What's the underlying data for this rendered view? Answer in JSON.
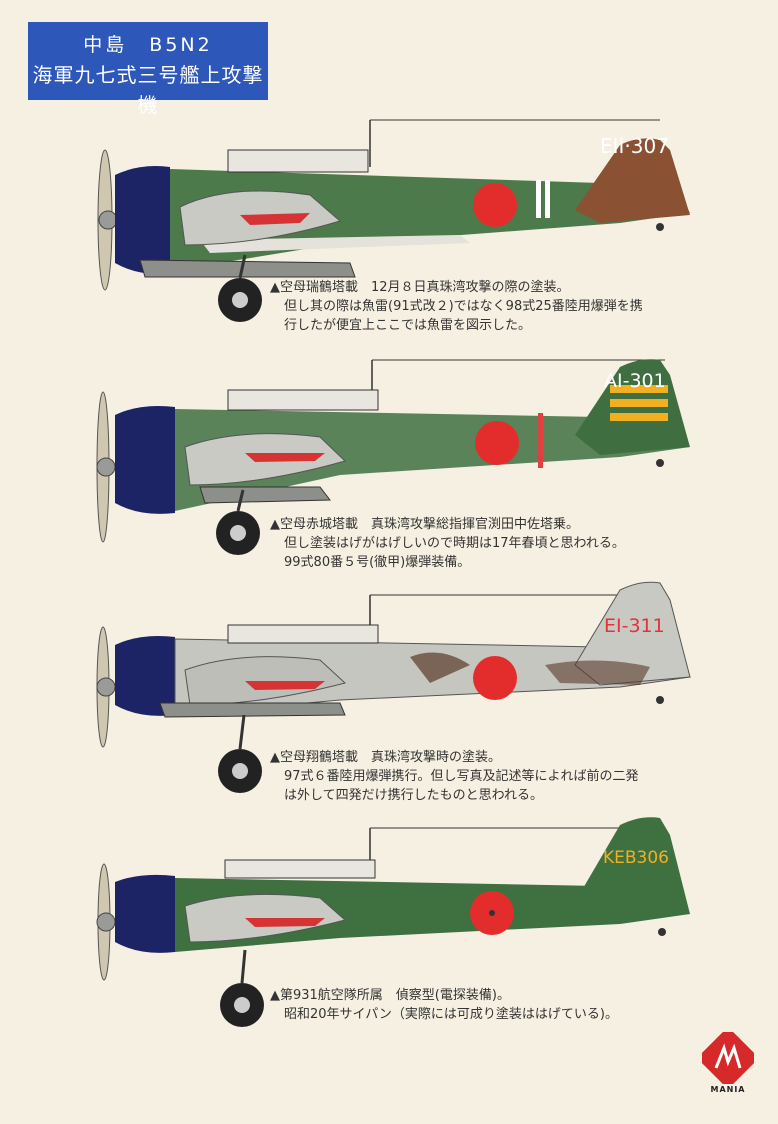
{
  "title": {
    "line1": "中島　B5N2",
    "line2": "海軍九七式三号艦上攻撃機"
  },
  "planes": [
    {
      "code": "EII·307",
      "code_color": "#ffffff",
      "tail_color": "#8a5233",
      "body_color": "#4d7a4a",
      "caption": [
        "▲空母瑞鶴塔載　12月８日真珠湾攻撃の際の塗装。",
        "但し其の際は魚雷(91式改２)ではなく98式25番陸用爆弾を携",
        "行したが便宜上ここでは魚雷を図示した。"
      ]
    },
    {
      "code": "AI-301",
      "code_color": "#ffffff",
      "tail_color": "#3f6f40",
      "body_color": "#5a835a",
      "caption": [
        "▲空母赤城塔載　真珠湾攻撃総指揮官渕田中佐塔乗。",
        "但し塗装はげがはげしいので時期は17年春頃と思われる。",
        "99式80番５号(徹甲)爆弾装備。"
      ]
    },
    {
      "code": "EI-311",
      "code_color": "#e0343a",
      "tail_color": "#c9c9c4",
      "body_color": "#c6c6c0",
      "caption": [
        "▲空母翔鶴塔載　真珠湾攻撃時の塗装。",
        "97式６番陸用爆弾携行。但し写真及記述等によれば前の二発",
        "は外して四発だけ携行したものと思われる。"
      ]
    },
    {
      "code": "KEB306",
      "code_color": "#f0b020",
      "tail_color": "#3f7040",
      "body_color": "#3f7040",
      "caption": [
        "▲第931航空隊所属　偵察型(電探装備)。",
        "昭和20年サイパン（実際には可成り塗装ははげている)。"
      ]
    }
  ],
  "logo": {
    "text": "MANIA",
    "color": "#d62a2a"
  }
}
